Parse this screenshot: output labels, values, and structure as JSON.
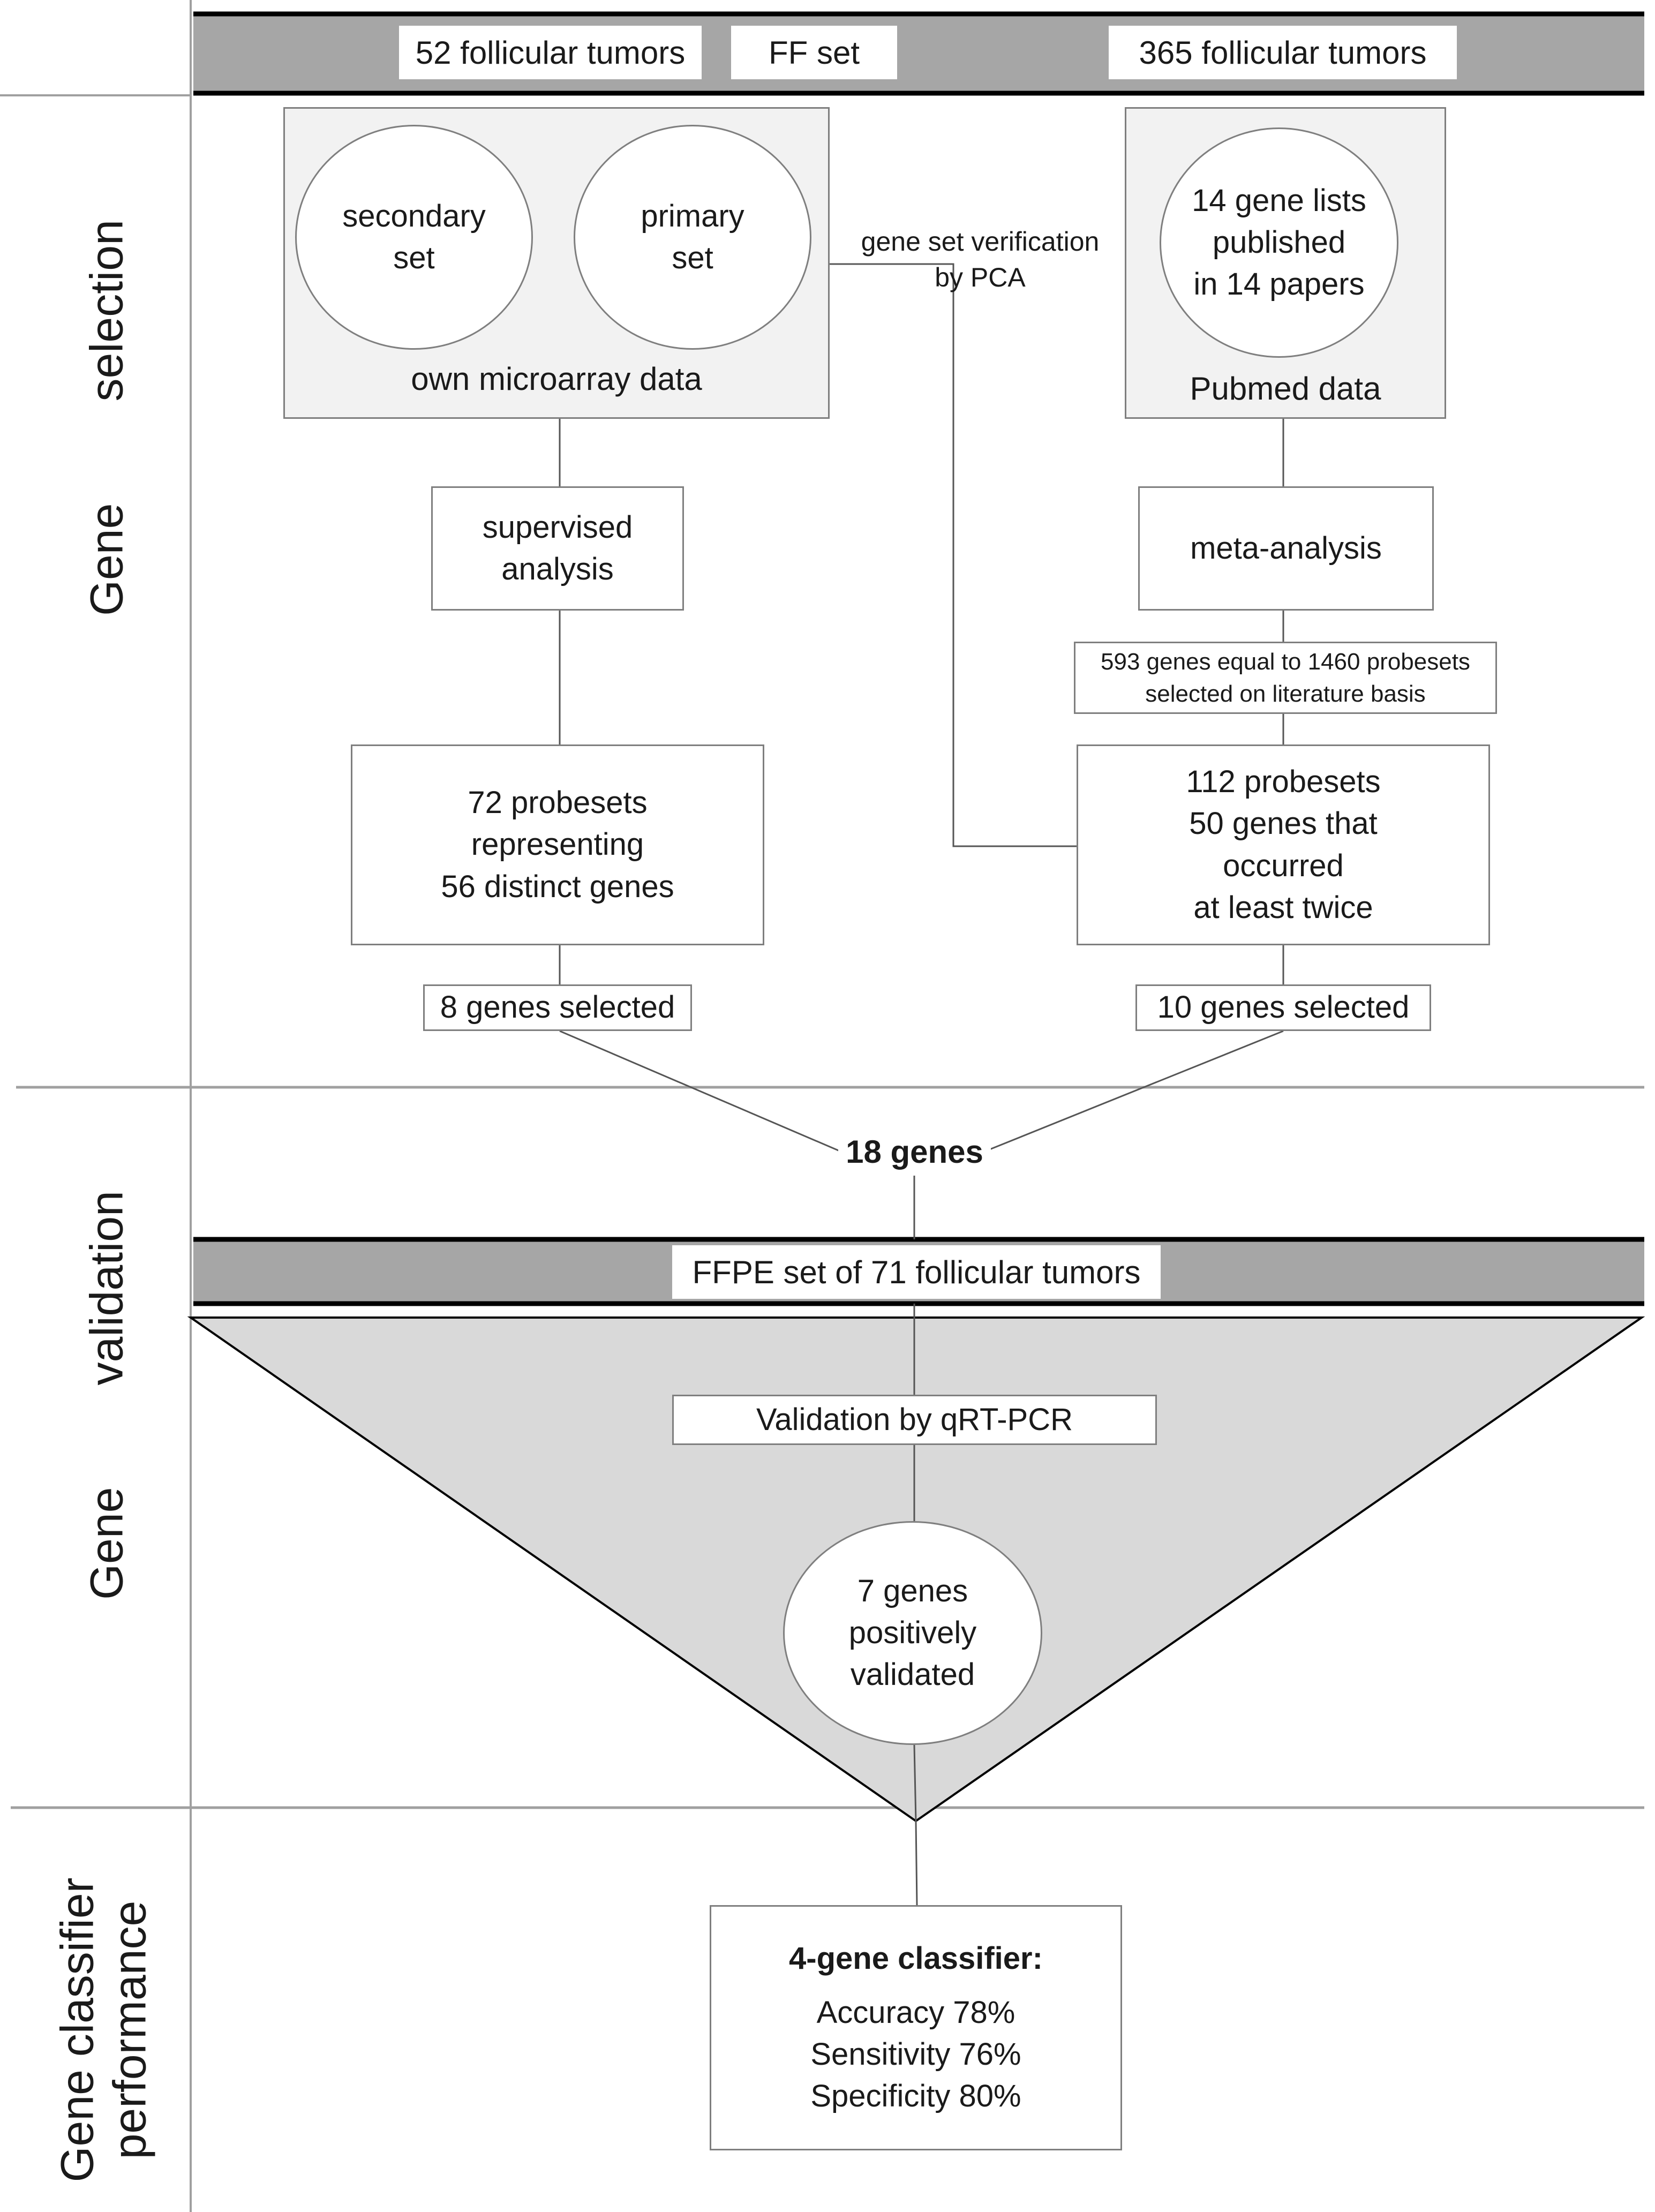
{
  "header": {
    "left_label": "52 follicular tumors",
    "center_label": "FF set",
    "right_label": "365 follicular tumors"
  },
  "sections": {
    "gene_selection": {
      "line1": "Gene",
      "line2": "selection"
    },
    "gene_validation": {
      "line1": "Gene",
      "line2": "validation"
    },
    "gene_classifier_performance": {
      "line1": "Gene classifier",
      "line2": "performance"
    }
  },
  "selection": {
    "own_data_panel": {
      "caption": "own microarray data",
      "secondary_set": [
        "secondary",
        "set"
      ],
      "primary_set": [
        "primary",
        "set"
      ]
    },
    "pubmed_panel": {
      "caption": "Pubmed data",
      "gene_lists": [
        "14 gene lists",
        "published",
        "in 14 papers"
      ]
    },
    "verification_label": [
      "gene set verification",
      "by PCA"
    ],
    "supervised_analysis": [
      "supervised",
      "analysis"
    ],
    "meta_analysis": "meta-analysis",
    "literature_genes": [
      "593 genes equal to 1460 probesets",
      "selected on literature basis"
    ],
    "probesets_72": [
      "72 probesets",
      "representing",
      "56 distinct genes"
    ],
    "probesets_112": [
      "112 probesets",
      "50 genes that",
      "occurred",
      "at least twice"
    ],
    "selected_8": "8 genes selected",
    "selected_10": "10 genes selected"
  },
  "merge_label": "18 genes",
  "validation": {
    "ffpe_label": "FFPE set of 71 follicular tumors",
    "qrtpcr": "Validation by qRT-PCR",
    "validated": [
      "7 genes",
      "positively",
      "validated"
    ]
  },
  "classifier": {
    "title": "4-gene classifier:",
    "metrics": [
      "Accuracy 78%",
      "Sensitivity 76%",
      "Specificity 80%"
    ]
  },
  "colors": {
    "band_fill": "#a6a6a6",
    "panel_fill": "#f2f2f2",
    "triangle_fill": "#d9d9d9",
    "border": "#7f7f7f",
    "divider": "#a0a0a0"
  }
}
